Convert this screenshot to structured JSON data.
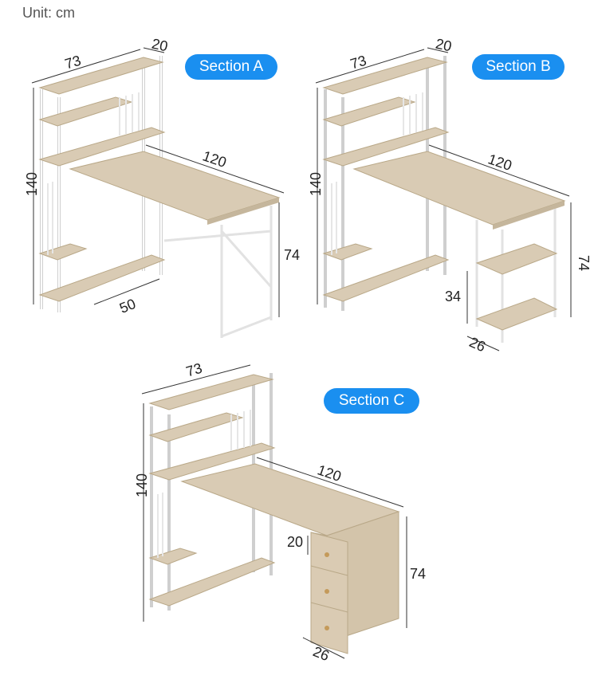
{
  "unit_label": "Unit: cm",
  "colors": {
    "badge": "#1a8ff0",
    "wood": "#d9cbb4",
    "frame": "#f4f4f4",
    "line": "#333333"
  },
  "sections": [
    {
      "label": "Section A",
      "dims": {
        "width": "73",
        "depth": "20",
        "desk_length": "120",
        "height": "140",
        "desk_height": "74",
        "desk_depth": "50"
      }
    },
    {
      "label": "Section B",
      "dims": {
        "width": "73",
        "depth": "20",
        "desk_length": "120",
        "height": "140",
        "desk_height": "74",
        "shelf_height": "34",
        "shelf_depth": "26"
      }
    },
    {
      "label": "Section C",
      "dims": {
        "width": "73",
        "desk_length": "120",
        "height": "140",
        "desk_height": "74",
        "drawer_height": "20",
        "cabinet_depth": "26"
      }
    }
  ]
}
